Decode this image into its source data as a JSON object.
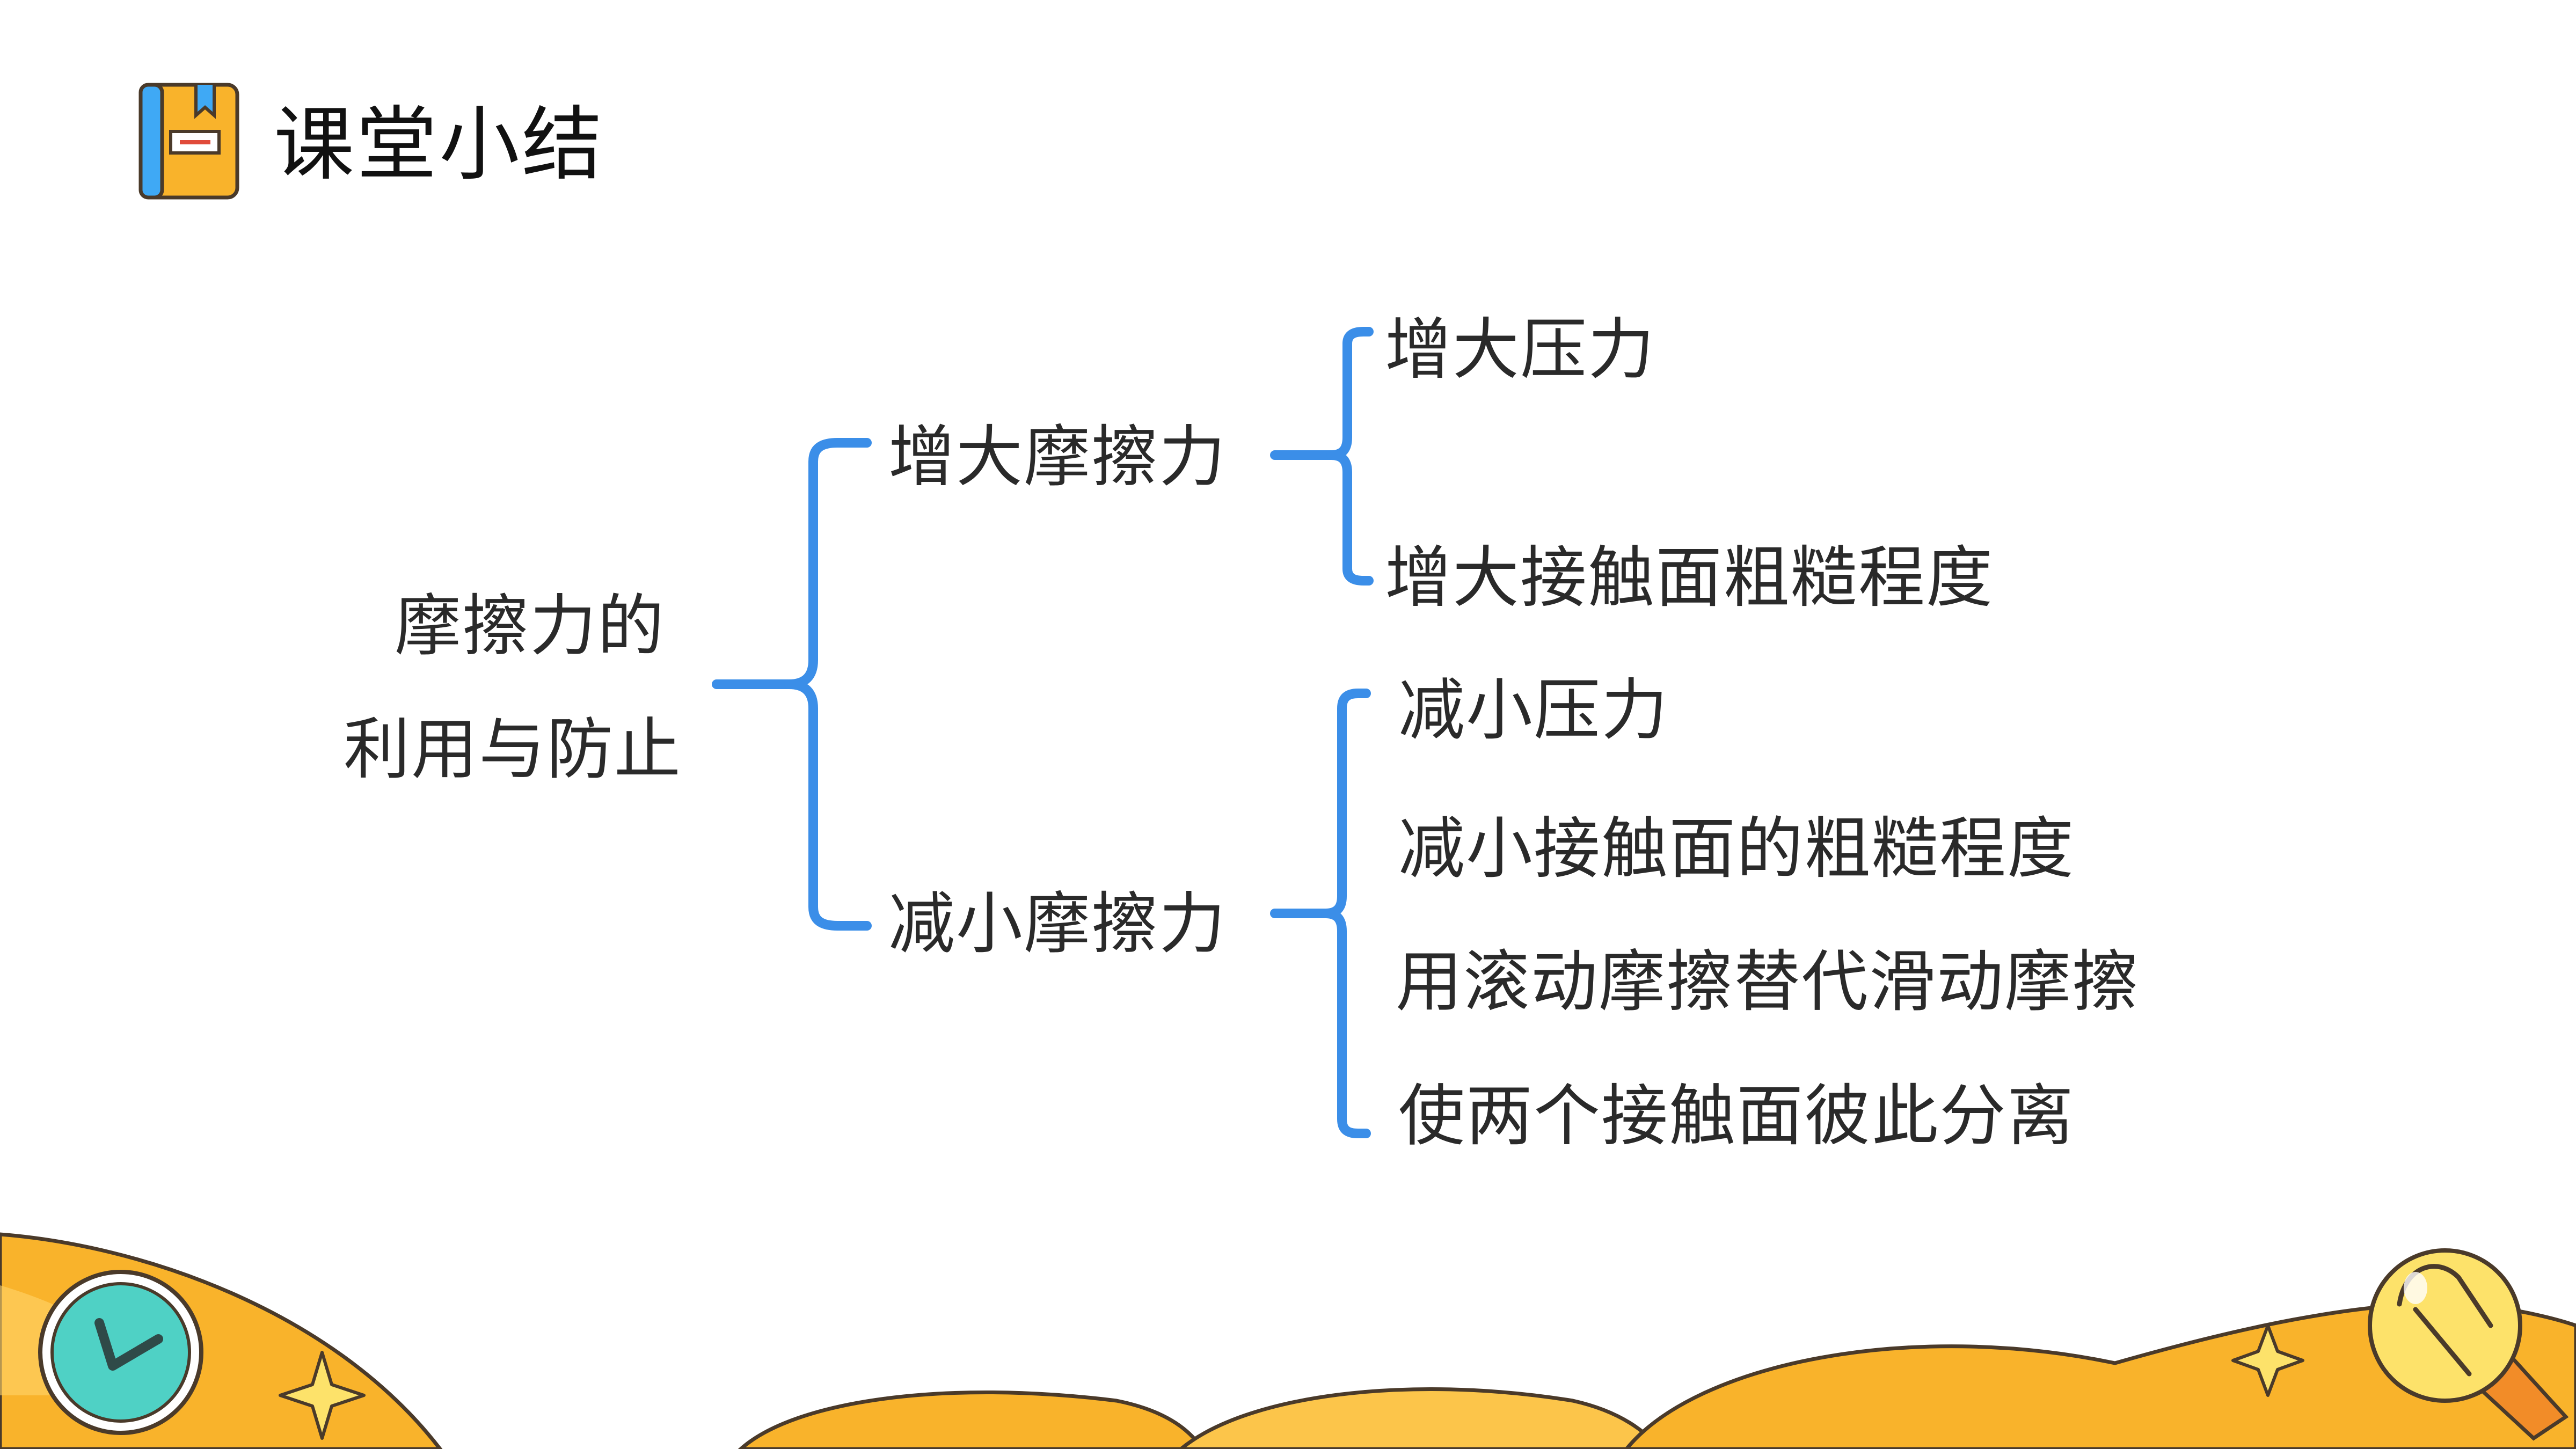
{
  "header": {
    "title": "课堂小结",
    "icon": "book-icon"
  },
  "mindmap": {
    "root_line1": "摩擦力的",
    "root_line2": "利用与防止",
    "increase": {
      "label": "增大摩擦力",
      "items": [
        "增大压力",
        "增大接触面粗糙程度"
      ]
    },
    "decrease": {
      "label": "减小摩擦力",
      "items": [
        "减小压力",
        "减小接触面的粗糙程度",
        "用滚动摩擦替代滑动摩擦",
        "使两个接触面彼此分离"
      ]
    }
  },
  "decorations": {
    "left": "clock-icon",
    "right": "lightbulb-icon",
    "accents": "sparkle-icon"
  },
  "colors": {
    "bracket": "#3b8ee8",
    "hills": "#f9b32b",
    "hill_outline": "#4a3a2a",
    "clock_face": "#4fd1c5",
    "bulb": "#fde26a",
    "book_body": "#f9b32b",
    "book_spine": "#3fa9f5"
  }
}
